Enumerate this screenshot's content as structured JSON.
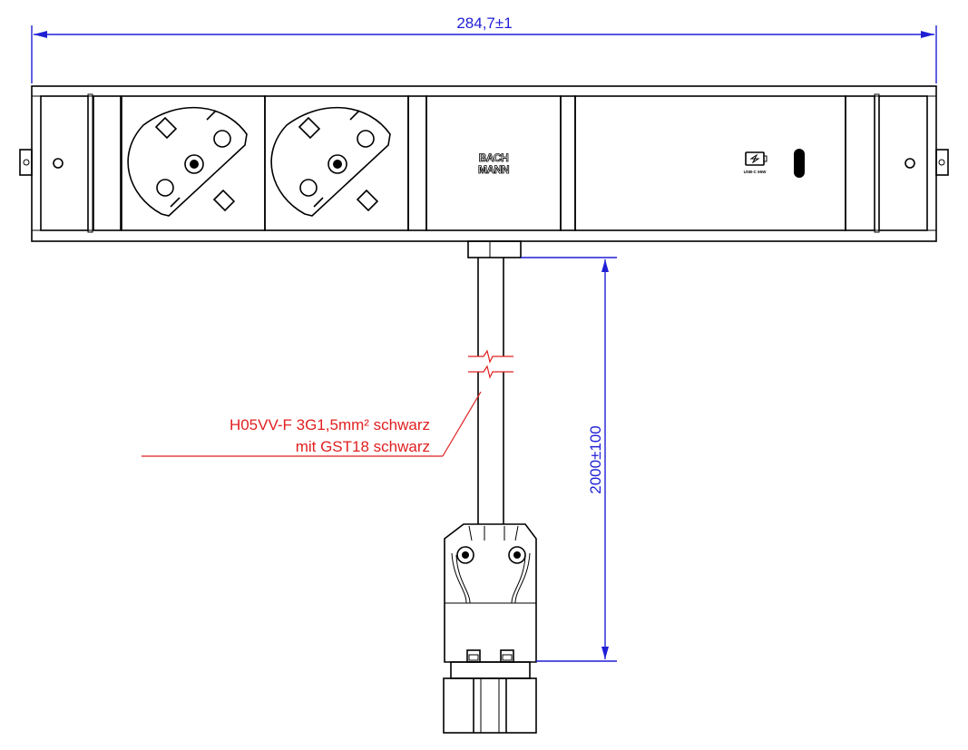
{
  "dimensions": {
    "overall_width": "284,7±1",
    "cable_length": "2000±100"
  },
  "cable_label": {
    "line1": "H05VV-F 3G1,5mm² schwarz",
    "line2": "mit GST18 schwarz"
  },
  "module": {
    "brand_line1": "BACH",
    "brand_line2": "MANN",
    "usb_label": "USB-C 65W"
  },
  "colors": {
    "outline": "#000000",
    "dimension": "#1f1fd6",
    "annotation": "#e02020"
  }
}
